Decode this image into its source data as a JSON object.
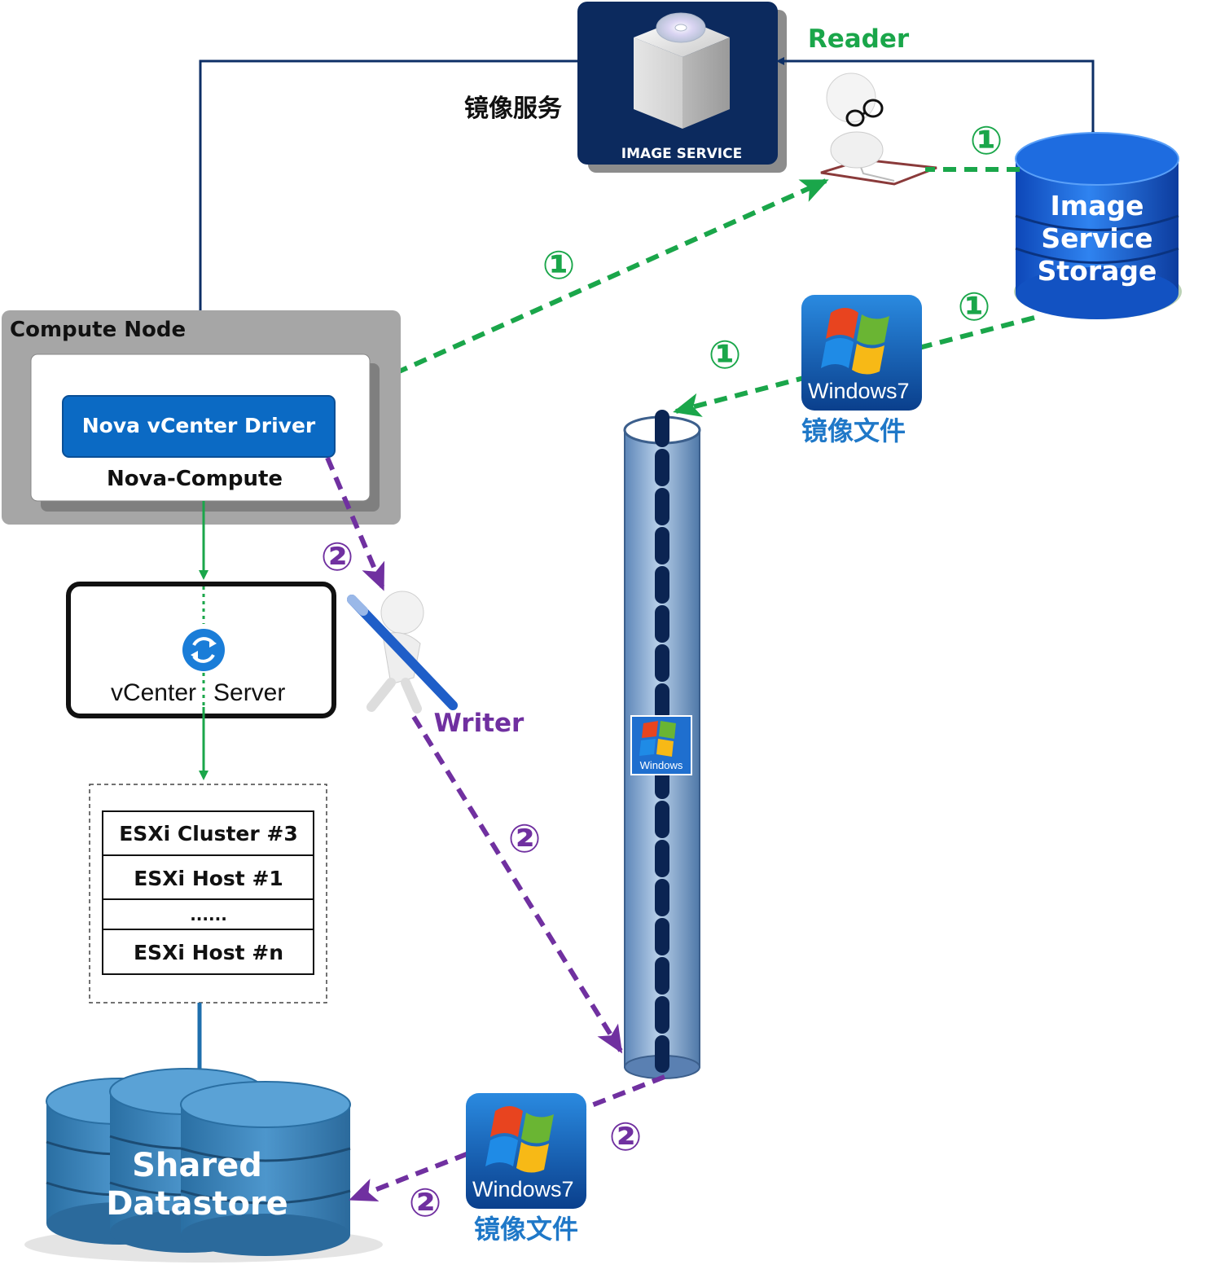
{
  "image_service": {
    "box_label": "IMAGE SERVICE",
    "cn_label": "镜像服务"
  },
  "reader_label": "Reader",
  "writer_label": "Writer",
  "storage": {
    "line1": "Image",
    "line2": "Service",
    "line3": "Storage"
  },
  "compute_node": {
    "title": "Compute Node",
    "driver_label": "Nova vCenter Driver",
    "compute_label": "Nova-Compute"
  },
  "vcenter": {
    "label_left": "vCenter",
    "label_right": "Server"
  },
  "esxi": {
    "rows": [
      "ESXi Cluster #3",
      "ESXi Host #1",
      "......",
      "ESXi Host #n"
    ]
  },
  "datastore": {
    "line1": "Shared",
    "line2": "Datastore"
  },
  "windows_tile": {
    "brand": "Windows",
    "version": "7",
    "caption": "镜像文件"
  },
  "step_markers": {
    "one": "①",
    "two": "②"
  },
  "colors": {
    "navy": "#0d2f66",
    "green_flow": "#1aa64a",
    "purple_flow": "#7030a0",
    "driver_blue": "#0b6ac4",
    "storage_blue": "#1565d8",
    "datastore_blue": "#3f8cc4",
    "caption_blue": "#1f78c8"
  }
}
